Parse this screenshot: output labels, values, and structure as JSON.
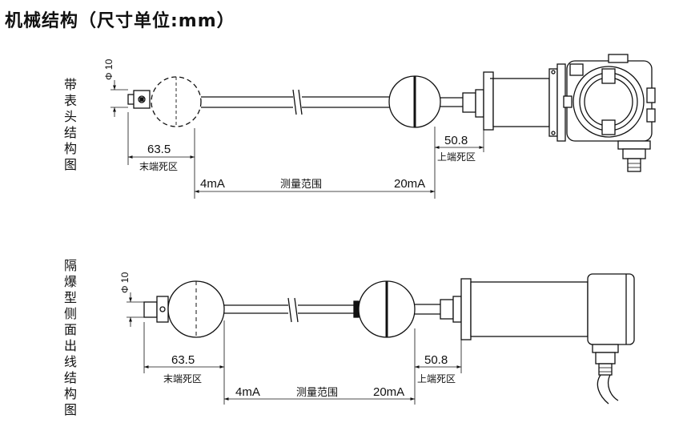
{
  "title": "机械结构（尺寸单位:mm）",
  "top_diagram": {
    "label": [
      "带",
      "表",
      "头",
      "结",
      "构",
      "图"
    ],
    "phi": "Φ 10",
    "dim_left": "63.5",
    "dim_left_caption": "末端死区",
    "dim_right": "50.8",
    "dim_right_caption": "上端死区",
    "range_start": "4mA",
    "range_caption": "测量范围",
    "range_end": "20mA"
  },
  "bottom_diagram": {
    "label": [
      "隔",
      "爆",
      "型",
      "侧",
      "面",
      "出",
      "线",
      "结",
      "构",
      "图"
    ],
    "phi": "Φ 10",
    "dim_left": "63.5",
    "dim_left_caption": "末端死区",
    "dim_right": "50.8",
    "dim_right_caption": "上端死区",
    "range_start": "4mA",
    "range_caption": "测量范围",
    "range_end": "20mA"
  }
}
